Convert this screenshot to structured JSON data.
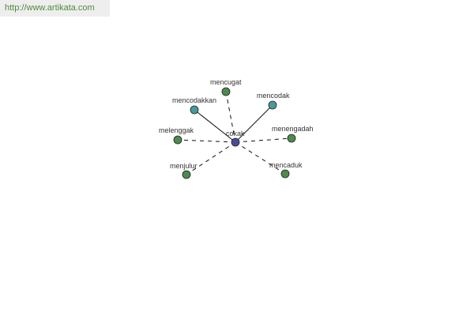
{
  "banner": {
    "text": "http://www.artikata.com"
  },
  "graph": {
    "colors": {
      "center_node": "#4a4a9c",
      "strong_node": "#4a9a9a",
      "weak_node": "#4e8a4e",
      "node_stroke": "#222222",
      "edge": "#111111"
    },
    "center": {
      "id": "cokak",
      "label": "cokak"
    },
    "nodes": [
      {
        "id": "mencugat",
        "label": "mencugat",
        "relation": "weak"
      },
      {
        "id": "mencodakkan",
        "label": "mencodakkan",
        "relation": "strong"
      },
      {
        "id": "mencodak",
        "label": "mencodak",
        "relation": "strong"
      },
      {
        "id": "melenggak",
        "label": "melenggak",
        "relation": "weak"
      },
      {
        "id": "menengadah",
        "label": "menengadah",
        "relation": "weak"
      },
      {
        "id": "menjulur",
        "label": "menjulur",
        "relation": "weak"
      },
      {
        "id": "mencaduk",
        "label": "mencaduk",
        "relation": "weak"
      }
    ]
  }
}
